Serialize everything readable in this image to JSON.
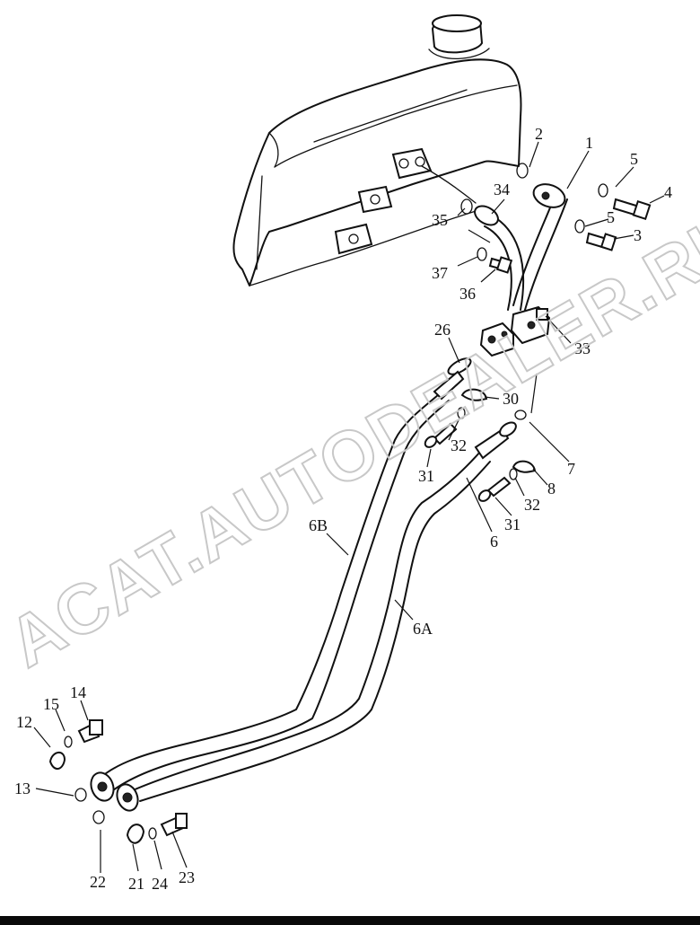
{
  "watermark": "ACAT.AUTODEALER.RU",
  "callouts": {
    "p1": "1",
    "p2": "2",
    "p3": "3",
    "p4": "4",
    "p5a": "5",
    "p5b": "5",
    "p6": "6",
    "p6a": "6A",
    "p6b": "6B",
    "p7": "7",
    "p8": "8",
    "p12": "12",
    "p13": "13",
    "p14": "14",
    "p15": "15",
    "p21": "21",
    "p22": "22",
    "p23": "23",
    "p24": "24",
    "p26": "26",
    "p30": "30",
    "p31a": "31",
    "p31b": "31",
    "p32a": "32",
    "p32b": "32",
    "p33": "33",
    "p34": "34",
    "p35": "35",
    "p36": "36",
    "p37": "37"
  },
  "colors": {
    "line": "#111111",
    "watermark": "#c8c8c8",
    "background": "#ffffff",
    "bottom_bar": "#0a0a0a"
  }
}
